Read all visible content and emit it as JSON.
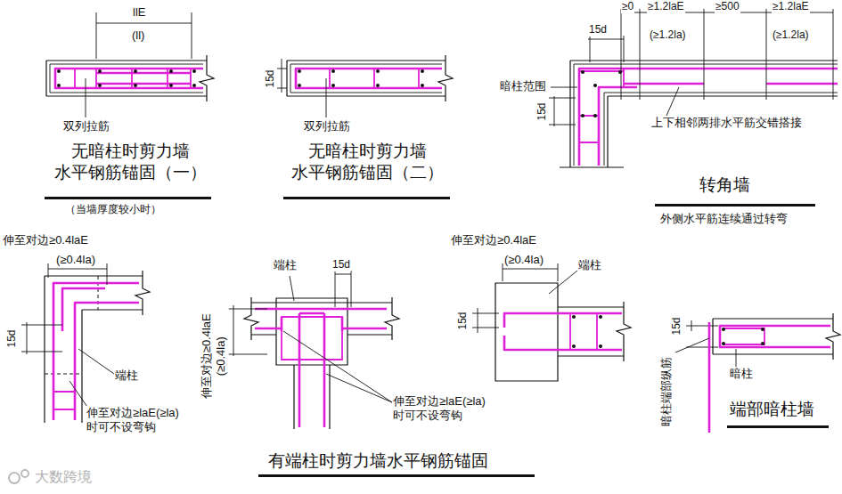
{
  "diagram": {
    "labels": [
      "llE",
      "(ll)",
      "双列拉筋",
      "无暗柱时剪力墙 水平钢筋锚固（一）",
      "（当墙厚度较小时）",
      "15d",
      "双列拉筋",
      "无暗柱时剪力墙 水平钢筋锚固（二）",
      "≥0",
      "≥1.2laE",
      "≥500",
      "≥1.2laE",
      "15d",
      "(≥1.2la)",
      "(≥1.2la)",
      "暗柱范围",
      "15d",
      "上下相邻两排水平筋交错搭接",
      "转角墙",
      "外侧水平筋连续通过转弯",
      "伸至对边≥0.4laE",
      "(≥0.4la)",
      "15d",
      "端柱",
      "伸至对边≥laE(≥la) 时可不设弯钩",
      "端柱",
      "15d",
      "伸至对边≥0.4laE (≥0.4la)",
      "伸至对边≥laE(≥la) 时可不设弯钩",
      "有端柱时剪力墙水平钢筋锚固",
      "伸至对边≥0.4laE",
      "(≥0.4la)",
      "端柱",
      "15d",
      "15d",
      "暗柱",
      "暗柱端部纵筋",
      "端部暗柱墙",
      "大数跨境"
    ]
  }
}
